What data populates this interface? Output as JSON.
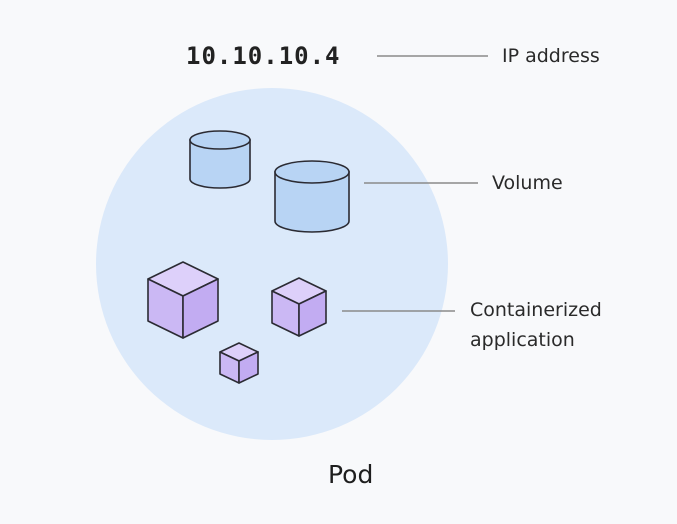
{
  "ip_address": "10.10.10.4",
  "labels": {
    "ip_address": "IP address",
    "volume": "Volume",
    "containerized_application": [
      "Containerized",
      "application"
    ]
  },
  "pod_label": "Pod",
  "colors": {
    "background": "#f8f9fb",
    "pod_fill": "#dbe9fa",
    "volume_fill": "#b8d4f4",
    "container_fill": "#cbb8f4",
    "outline": "#2b2b33",
    "leader_line": "#8a8a8a"
  }
}
